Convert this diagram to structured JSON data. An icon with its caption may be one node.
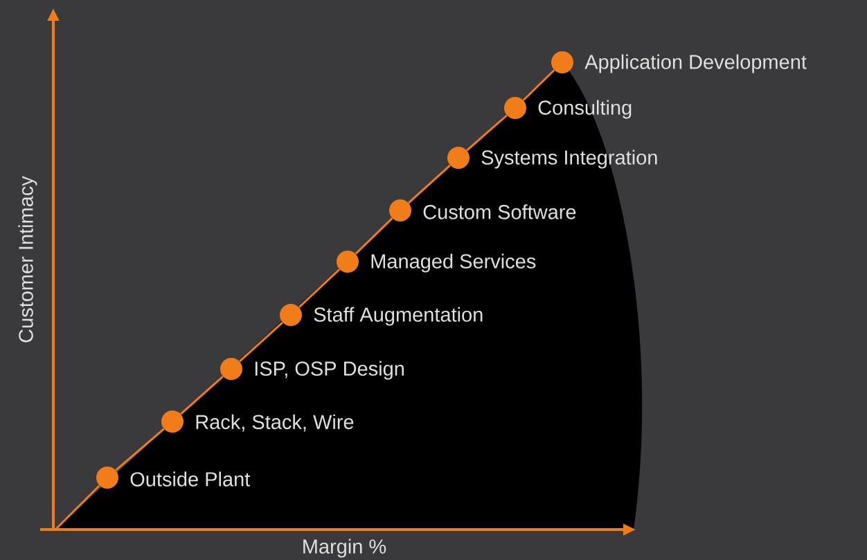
{
  "diagram": {
    "nodes": [
      {
        "text": [],
        "shape": "circle",
        "beside": [
          "Outside Plant"
        ]
      },
      {
        "text": [],
        "shape": "circle",
        "beside": [
          "Rack, Stack, Wire"
        ]
      },
      {
        "text": [],
        "shape": "circle",
        "beside": [
          "ISP, OSP Design"
        ]
      },
      {
        "text": [],
        "shape": "circle",
        "beside": [
          "Staff Augmentation"
        ]
      },
      {
        "text": [],
        "shape": "circle",
        "beside": [
          "Managed Services"
        ]
      },
      {
        "text": [],
        "shape": "circle",
        "beside": [
          "Custom Software"
        ]
      },
      {
        "text": [],
        "shape": "circle",
        "beside": [
          "Systems Integration"
        ]
      },
      {
        "text": [],
        "shape": "circle",
        "beside": [
          "Consulting"
        ]
      },
      {
        "text": [],
        "shape": "circle",
        "beside": [
          "Application Development"
        ]
      }
    ],
    "edges": [
      {
        "from": null,
        "to": 0,
        "arrow": "none"
      },
      {
        "from": 0,
        "to": 1,
        "arrow": "none"
      },
      {
        "from": 1,
        "to": 2,
        "arrow": "none"
      },
      {
        "from": 2,
        "to": 3,
        "arrow": "none"
      },
      {
        "from": 3,
        "to": 4,
        "arrow": "none"
      },
      {
        "from": 4,
        "to": 5,
        "arrow": "none"
      },
      {
        "from": 5,
        "to": 6,
        "arrow": "none"
      },
      {
        "from": 6,
        "to": 7,
        "arrow": "none"
      },
      {
        "from": 7,
        "to": 8,
        "arrow": "none"
      }
    ],
    "labels": [
      "Customer Intimacy",
      "Margin %"
    ]
  }
}
